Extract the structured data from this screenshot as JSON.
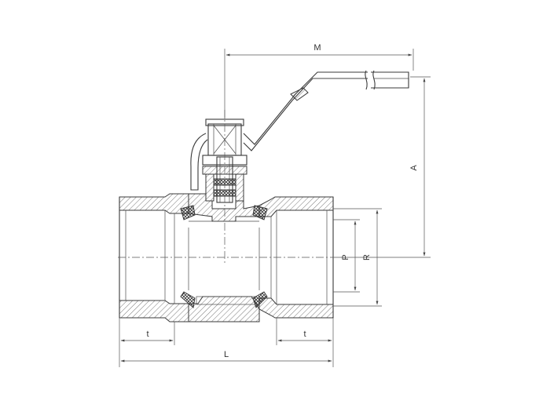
{
  "dimensions": {
    "M": "M",
    "A": "A",
    "P": "P",
    "R": "R",
    "t_left": "t",
    "t_right": "t",
    "L": "L"
  }
}
